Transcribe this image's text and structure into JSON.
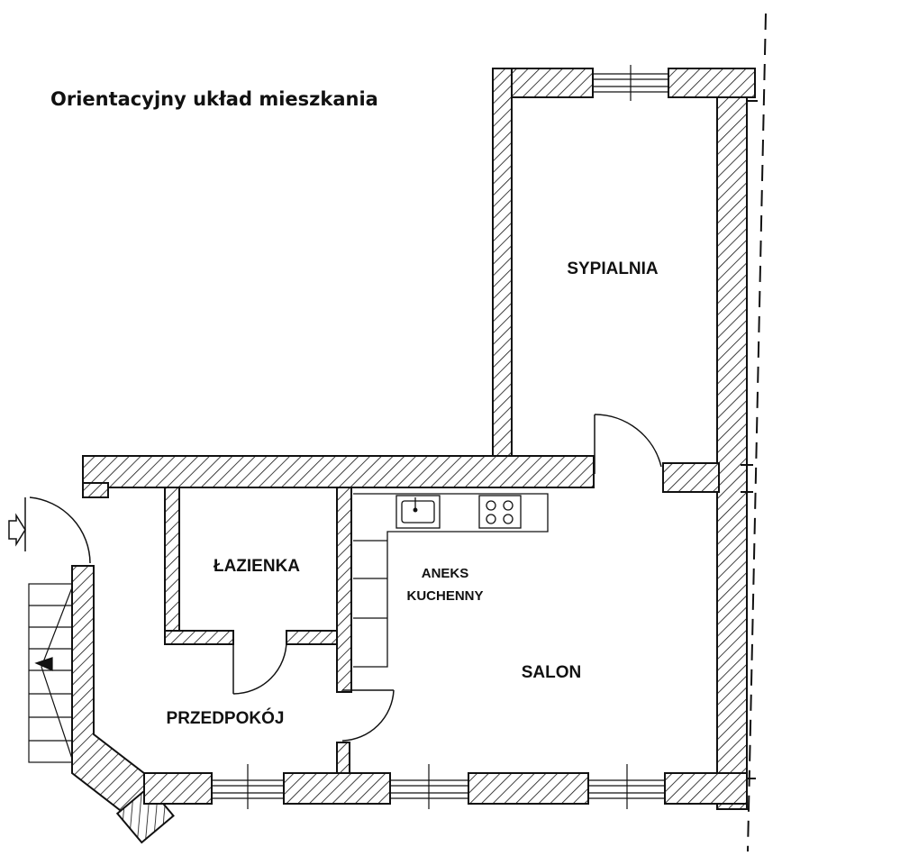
{
  "title": "Orientacyjny układ mieszkania",
  "rooms": {
    "bedroom": "SYPIALNIA",
    "bathroom": "ŁAZIENKA",
    "kitchenette_line1": "ANEKS",
    "kitchenette_line2": "KUCHENNY",
    "living_room": "SALON",
    "hallway": "PRZEDPOKÓJ"
  },
  "colors": {
    "line": "#111111",
    "background": "#ffffff"
  }
}
